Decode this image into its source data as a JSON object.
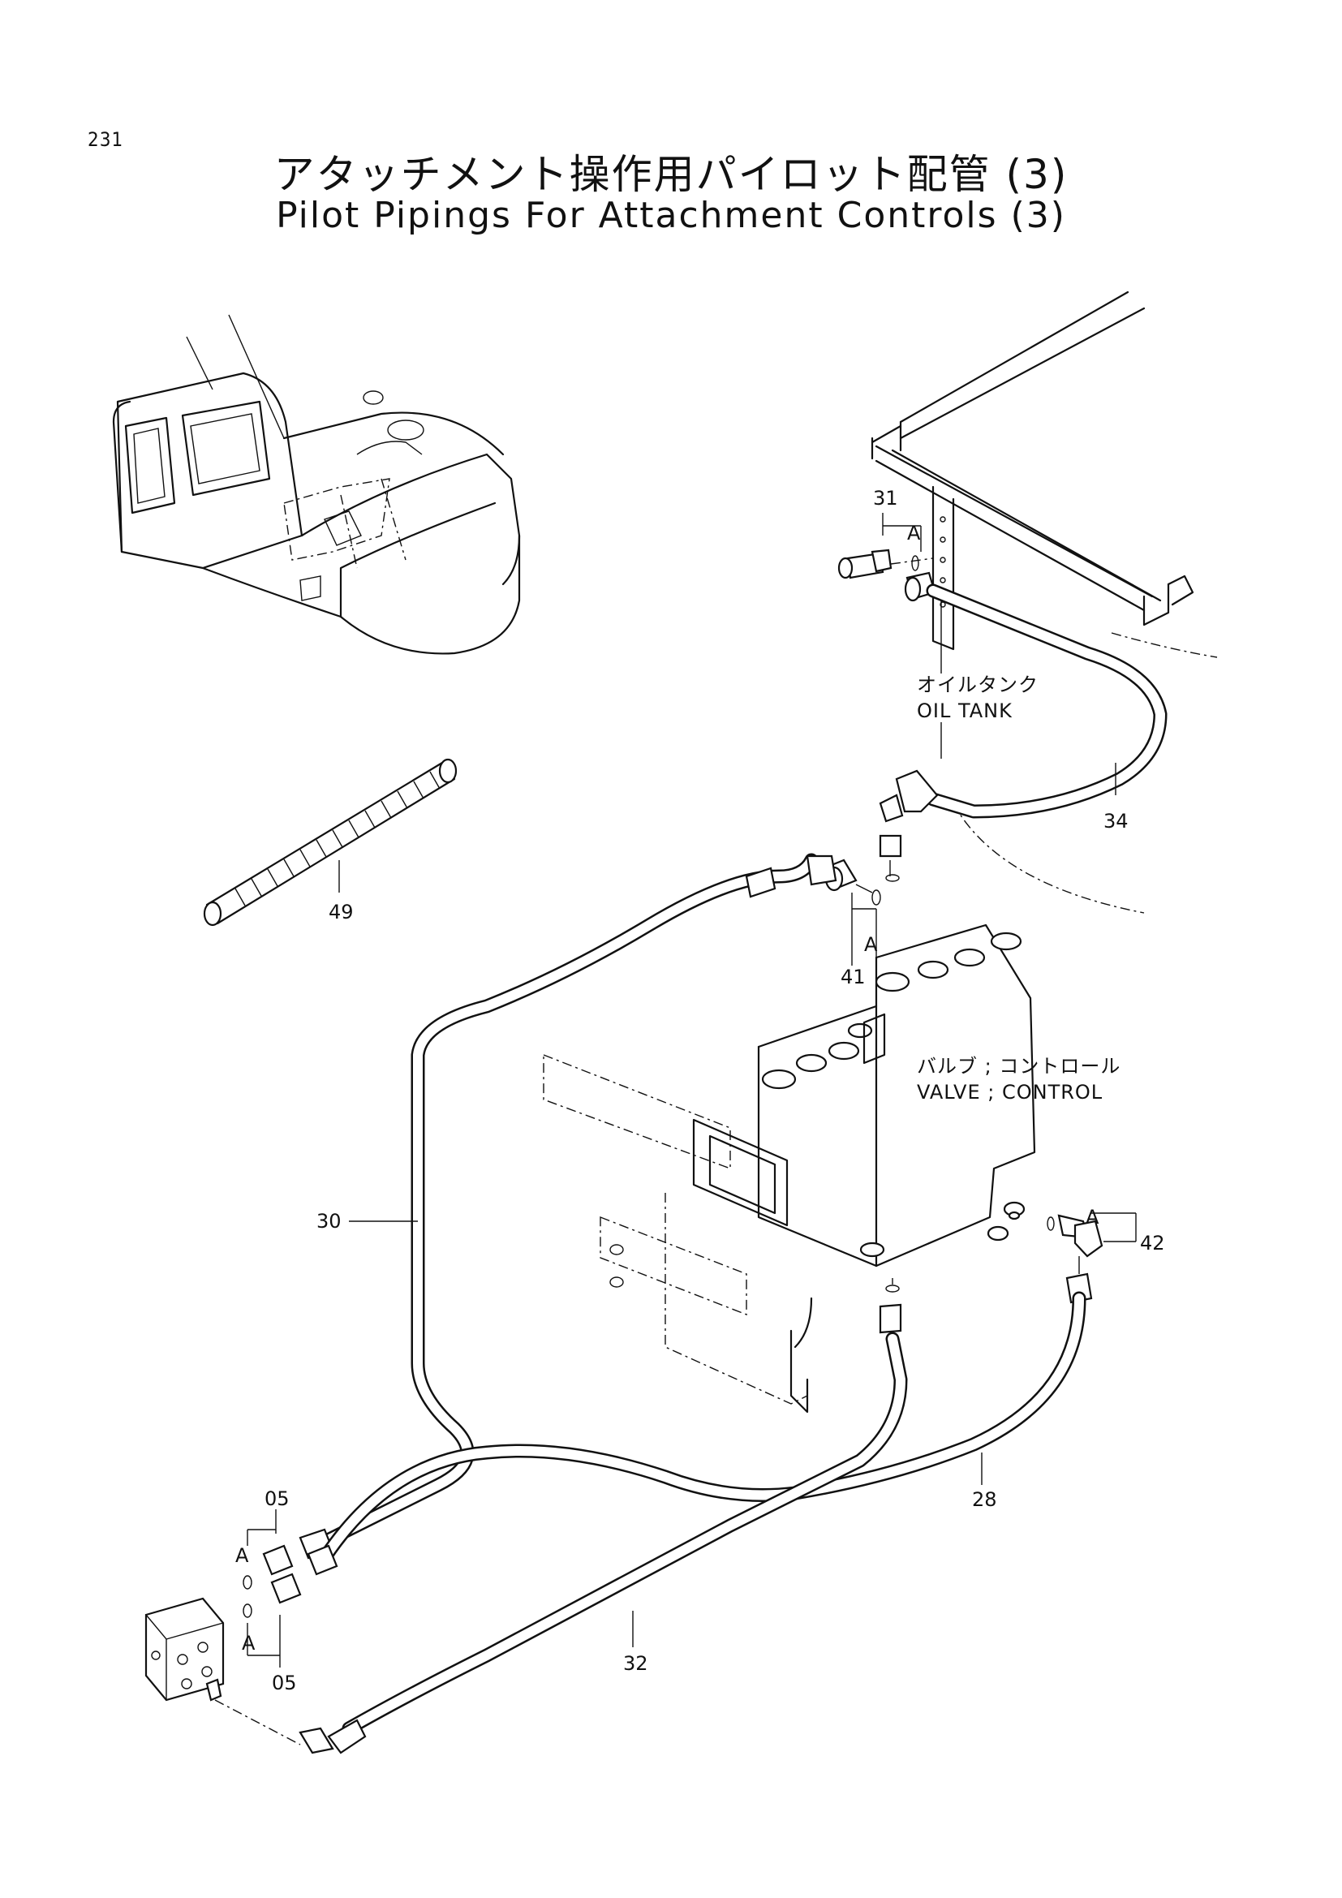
{
  "page_number": "231",
  "title_jp": "アタッチメント操作用パイロット配管 (3)",
  "title_en": "Pilot Pipings For Attachment Controls (3)",
  "annotations": {
    "oil_tank_jp": "オイルタンク",
    "oil_tank_en": "OIL TANK",
    "valve_jp": "バルブ ; コントロール",
    "valve_en": "VALVE ; CONTROL"
  },
  "part_labels": {
    "p31": "31",
    "p34": "34",
    "p49": "49",
    "p41": "41",
    "p30": "30",
    "p42": "42",
    "p28": "28",
    "p05_top": "05",
    "p05_bottom": "05",
    "p32": "32"
  },
  "detail_markers": {
    "a1": "A",
    "a2": "A",
    "a3": "A",
    "a4": "A",
    "a5": "A"
  }
}
